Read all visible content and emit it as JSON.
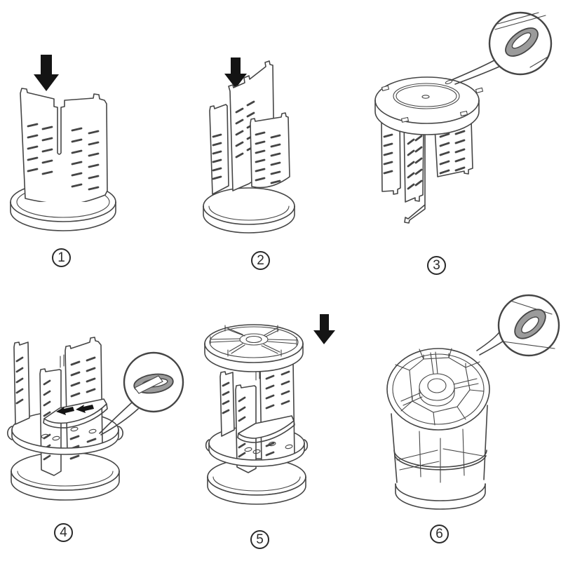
{
  "colors": {
    "background": "#ffffff",
    "line": "#454545",
    "arrow": "#141414",
    "grommet": "#9b9b9b",
    "badge": "#2b2b2b"
  },
  "steps": [
    {
      "number": "1",
      "illustration": "first-divider-panel-dropped-into-round-base",
      "arrow_icon": "down-arrow"
    },
    {
      "number": "2",
      "illustration": "second-divider-panel-slid-into-first-cross",
      "arrow_icon": "down-arrow"
    },
    {
      "number": "3",
      "illustration": "cross-assembly-inverted-base-disc-on-top",
      "callout": "oval-slot-grommet-detail"
    },
    {
      "number": "4",
      "illustration": "quarter-shelf-tab-inserted-into-panel-slots",
      "callout": "shelf-tab-in-slot-detail"
    },
    {
      "number": "5",
      "illustration": "top-compartment-tray-lowered-onto-assembly",
      "arrow_icon": "down-arrow"
    },
    {
      "number": "6",
      "illustration": "finished-rotating-organizer",
      "callout": "oval-slot-grommet-detail"
    }
  ]
}
